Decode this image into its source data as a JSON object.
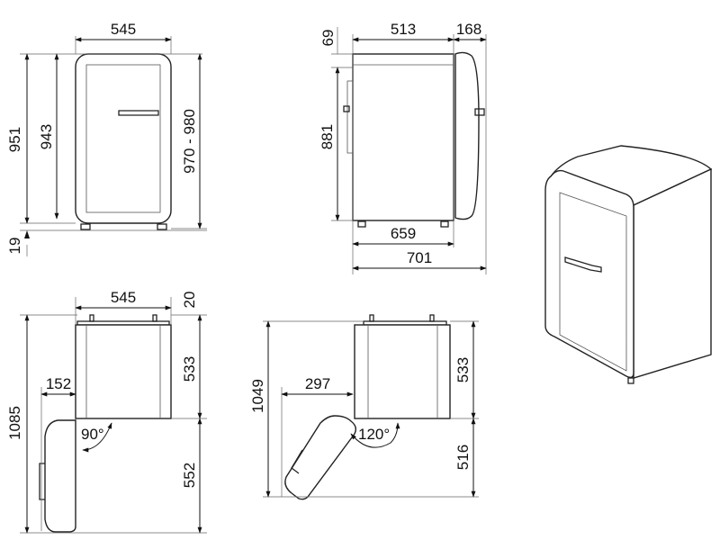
{
  "front_view": {
    "width": "545",
    "height_total": "951",
    "height_body": "943",
    "height_adjustable": "970 - 980",
    "foot": "19"
  },
  "side_view": {
    "depth_body": "513",
    "door_depth": "168",
    "top_offset": "69",
    "height": "881",
    "depth_feet": "659",
    "depth_total": "701"
  },
  "top_view_90": {
    "width": "545",
    "rear_offset": "20",
    "depth": "533",
    "door_swing": "552",
    "total": "1085",
    "door_offset": "152",
    "angle": "90°"
  },
  "top_view_120": {
    "total": "1049",
    "door_offset": "297",
    "depth": "533",
    "door_swing": "516",
    "angle": "120°"
  }
}
